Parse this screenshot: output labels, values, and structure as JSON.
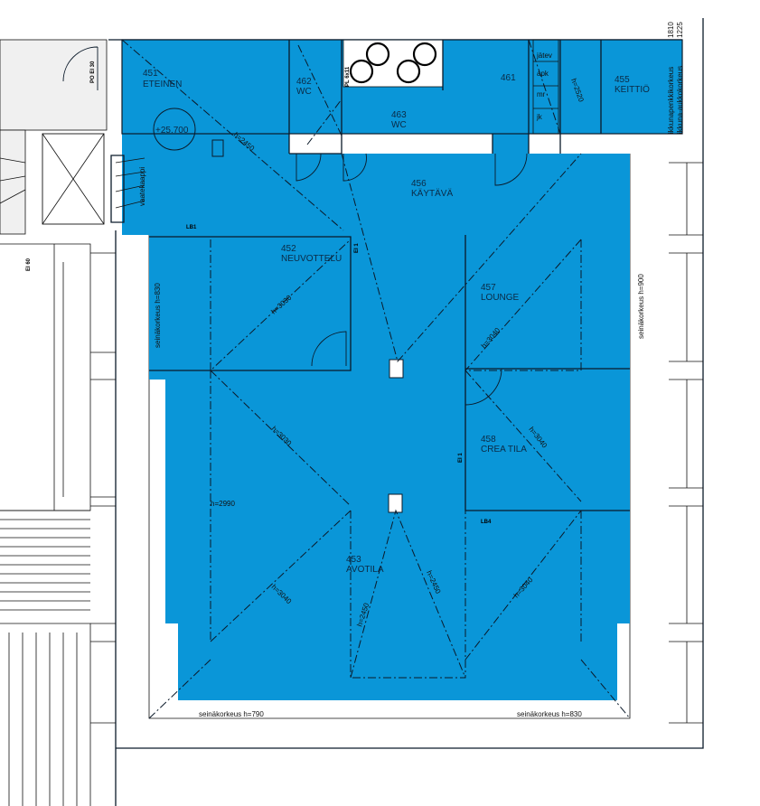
{
  "colors": {
    "room_fill": "#0a96d8",
    "stair_fill": "#f0f0f0",
    "line": "#0b1a2a"
  },
  "rooms": [
    {
      "number": "451",
      "name": "ETEINEN"
    },
    {
      "number": "462",
      "name": "WC"
    },
    {
      "number": "463",
      "name": "WC"
    },
    {
      "number": "461",
      "name": ""
    },
    {
      "number": "455",
      "name": "KEITTIÖ"
    },
    {
      "number": "456",
      "name": "KÄYTÄVÄ"
    },
    {
      "number": "452",
      "name": "NEUVOTTELU"
    },
    {
      "number": "457",
      "name": "LOUNGE"
    },
    {
      "number": "458",
      "name": "CREA TILA"
    },
    {
      "number": "453",
      "name": "AVOTILA"
    }
  ],
  "level": "+25.700",
  "heights": {
    "eteinen": "h=2450",
    "keittio": "h=2520",
    "neuvottelu_a": "h=3030",
    "neuvottelu_b": "h=3030",
    "lounge": "h=3040",
    "crea": "h=3040",
    "avotila_left": "h=3040",
    "avotila_right": "h=3040",
    "avotila_mid_a": "h=2450",
    "avotila_mid_b": "h=2450",
    "side": "h=2990"
  },
  "wall_heights": {
    "left": "seinäkorkeus h=830",
    "right": "seinäkorkeus h=900",
    "bottom_left": "seinäkorkeus h=790",
    "bottom_right": "seinäkorkeus h=830"
  },
  "window": {
    "sill_label": "ikkunapenkkikorkeus",
    "opening_label": "ikkuna-aukkokorkeus",
    "sill_value": "1810",
    "opening_value": "1225"
  },
  "fixtures": {
    "wardrobe": "vaatekaappi",
    "waste": "jätev",
    "dishwasher": "apk",
    "fridge": "mr",
    "freezer": "jk",
    "stove": "PL 6x11"
  },
  "fire_tags": {
    "door": "PO EI 30",
    "stair_wall": "EI 60",
    "lb1": "LB1",
    "lb4": "LB4",
    "ei_a": "EI 1",
    "ei_b": "EI 1"
  }
}
